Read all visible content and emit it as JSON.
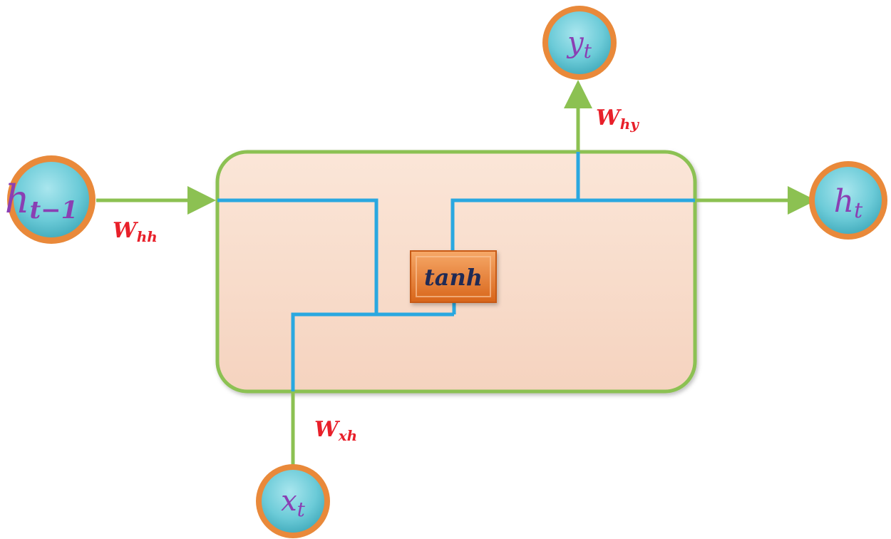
{
  "nodes": {
    "h_prev": {
      "main": "h",
      "sub": "t−1"
    },
    "h_t": {
      "main": "h",
      "sub": "t"
    },
    "y_t": {
      "main": "y",
      "sub": "t"
    },
    "x_t": {
      "main": "x",
      "sub": "t"
    }
  },
  "weights": {
    "w_hh": {
      "main": "W",
      "sub": "hh"
    },
    "w_hy": {
      "main": "W",
      "sub": "hy"
    },
    "w_xh": {
      "main": "W",
      "sub": "xh"
    }
  },
  "activation": {
    "label": "tanh"
  },
  "colors": {
    "arrow": "#8cc152",
    "wire": "#2aa8e0",
    "cell_fill": "#f7dccb",
    "cell_border": "#8cc152",
    "node_fill": "#6ccbd8",
    "node_ring": "#e9893a",
    "node_text": "#8a3fb3",
    "weight_text": "#e8202a",
    "tanh_fill": "#e97d2a",
    "tanh_text": "#1f2a55"
  }
}
